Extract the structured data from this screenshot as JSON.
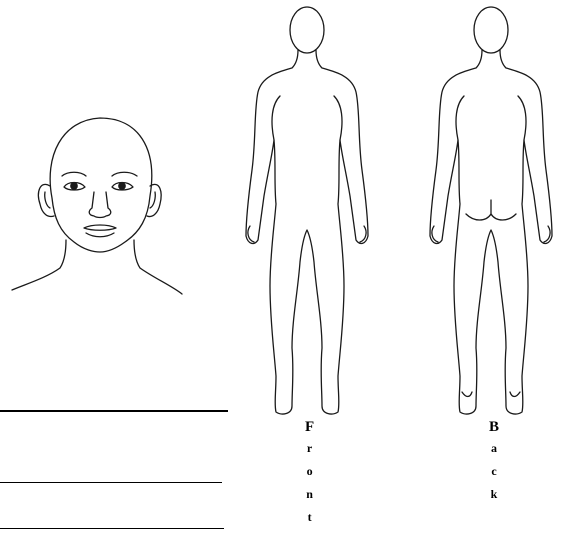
{
  "labels": {
    "front": [
      "F",
      "r",
      "o",
      "n",
      "t"
    ],
    "back": [
      "B",
      "a",
      "c",
      "k"
    ]
  },
  "colors": {
    "outline": "#1a1a1a",
    "background": "#ffffff"
  }
}
